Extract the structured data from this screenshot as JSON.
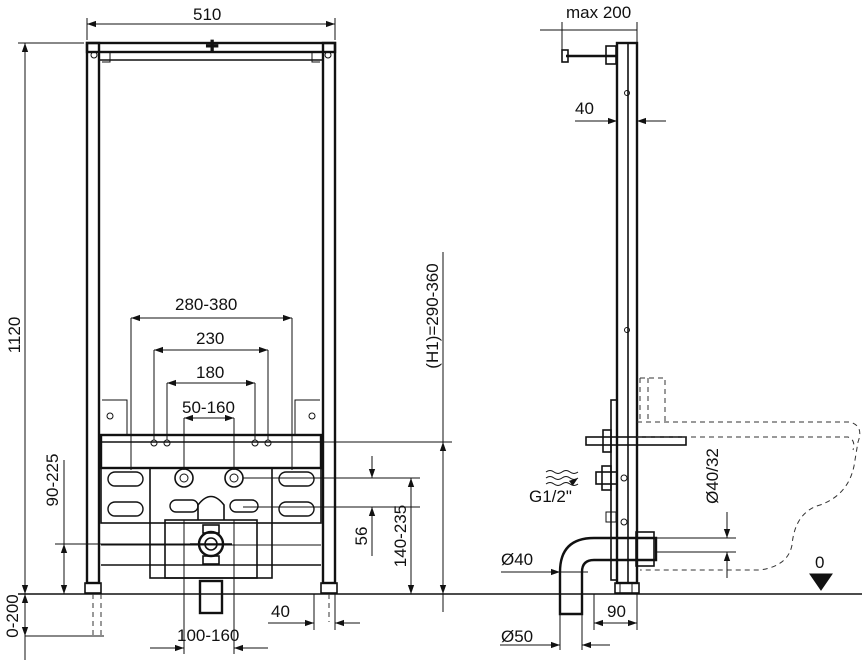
{
  "dimensions": {
    "width_510": "510",
    "height_1120": "1120",
    "range_280_380": "280-380",
    "spacing_230": "230",
    "spacing_180": "180",
    "range_50_160": "50-160",
    "range_90_225": "90-225",
    "range_0_200": "0-200",
    "range_100_160": "100-160",
    "offset_40_bottom": "40",
    "h1_range": "(H1)=290-360",
    "dim_56": "56",
    "range_140_235": "140-235",
    "max_200": "max 200",
    "depth_40": "40",
    "dia_40_32": "Ø40/32",
    "thread_g12": "G1/2\"",
    "dia_40": "Ø40",
    "dia_50": "Ø50",
    "depth_90": "90",
    "floor_0": "0"
  }
}
